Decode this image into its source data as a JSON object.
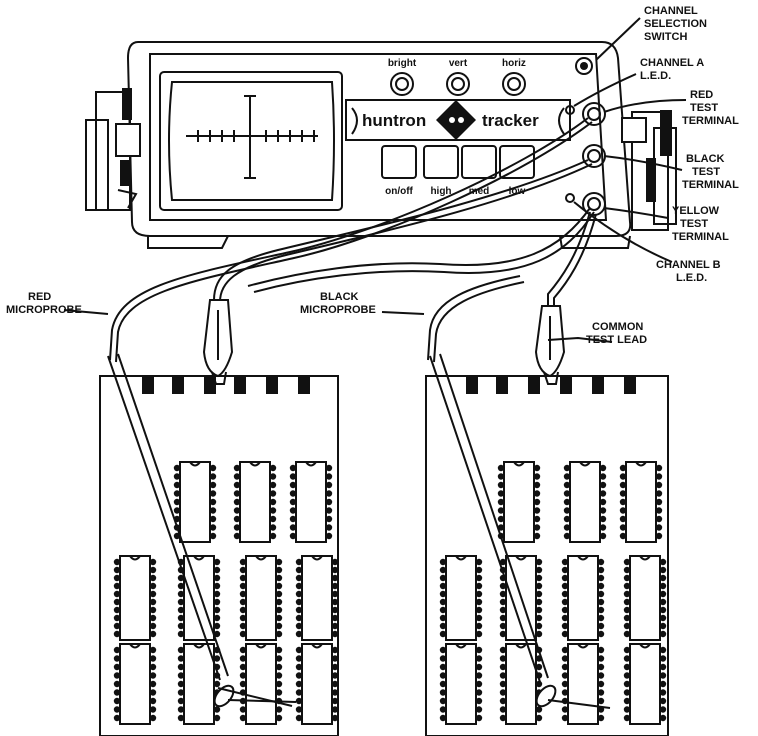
{
  "instrument": {
    "brand_left": "huntron",
    "brand_right": "tracker",
    "knobs": [
      "bright",
      "vert",
      "horiz"
    ],
    "buttons": [
      "on/off",
      "high",
      "med",
      "low"
    ]
  },
  "callouts": {
    "channel_selection_switch": [
      "CHANNEL",
      "SELECTION",
      "SWITCH"
    ],
    "channel_a_led": [
      "CHANNEL A",
      "L.E.D."
    ],
    "red_test_terminal": [
      "RED",
      "TEST",
      "TERMINAL"
    ],
    "black_test_terminal": [
      "BLACK",
      "TEST",
      "TERMINAL"
    ],
    "yellow_test_terminal": [
      "YELLOW",
      "TEST",
      "TERMINAL"
    ],
    "channel_b_led": [
      "CHANNEL B",
      "L.E.D."
    ],
    "red_microprobe": [
      "RED",
      "MICROPROBE"
    ],
    "black_microprobe": [
      "BLACK",
      "MICROPROBE"
    ],
    "common_test_lead": [
      "COMMON",
      "TEST LEAD"
    ]
  }
}
